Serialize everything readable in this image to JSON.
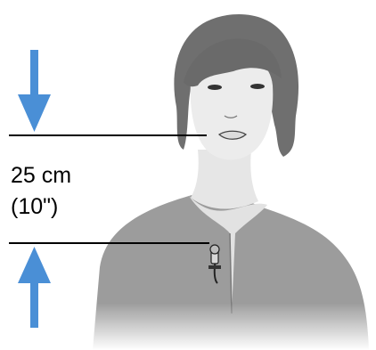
{
  "measurement": {
    "distance_metric": "25 cm",
    "distance_imperial": "(10\")"
  },
  "illustration": {
    "subject": "person-wearing-lavalier-microphone",
    "arrow_color": "#4a8fd6",
    "line_color": "#000000",
    "shirt_color": "#9a9a9a",
    "hair_color": "#6e6e6e",
    "skin_color": "#e9e9e9"
  }
}
